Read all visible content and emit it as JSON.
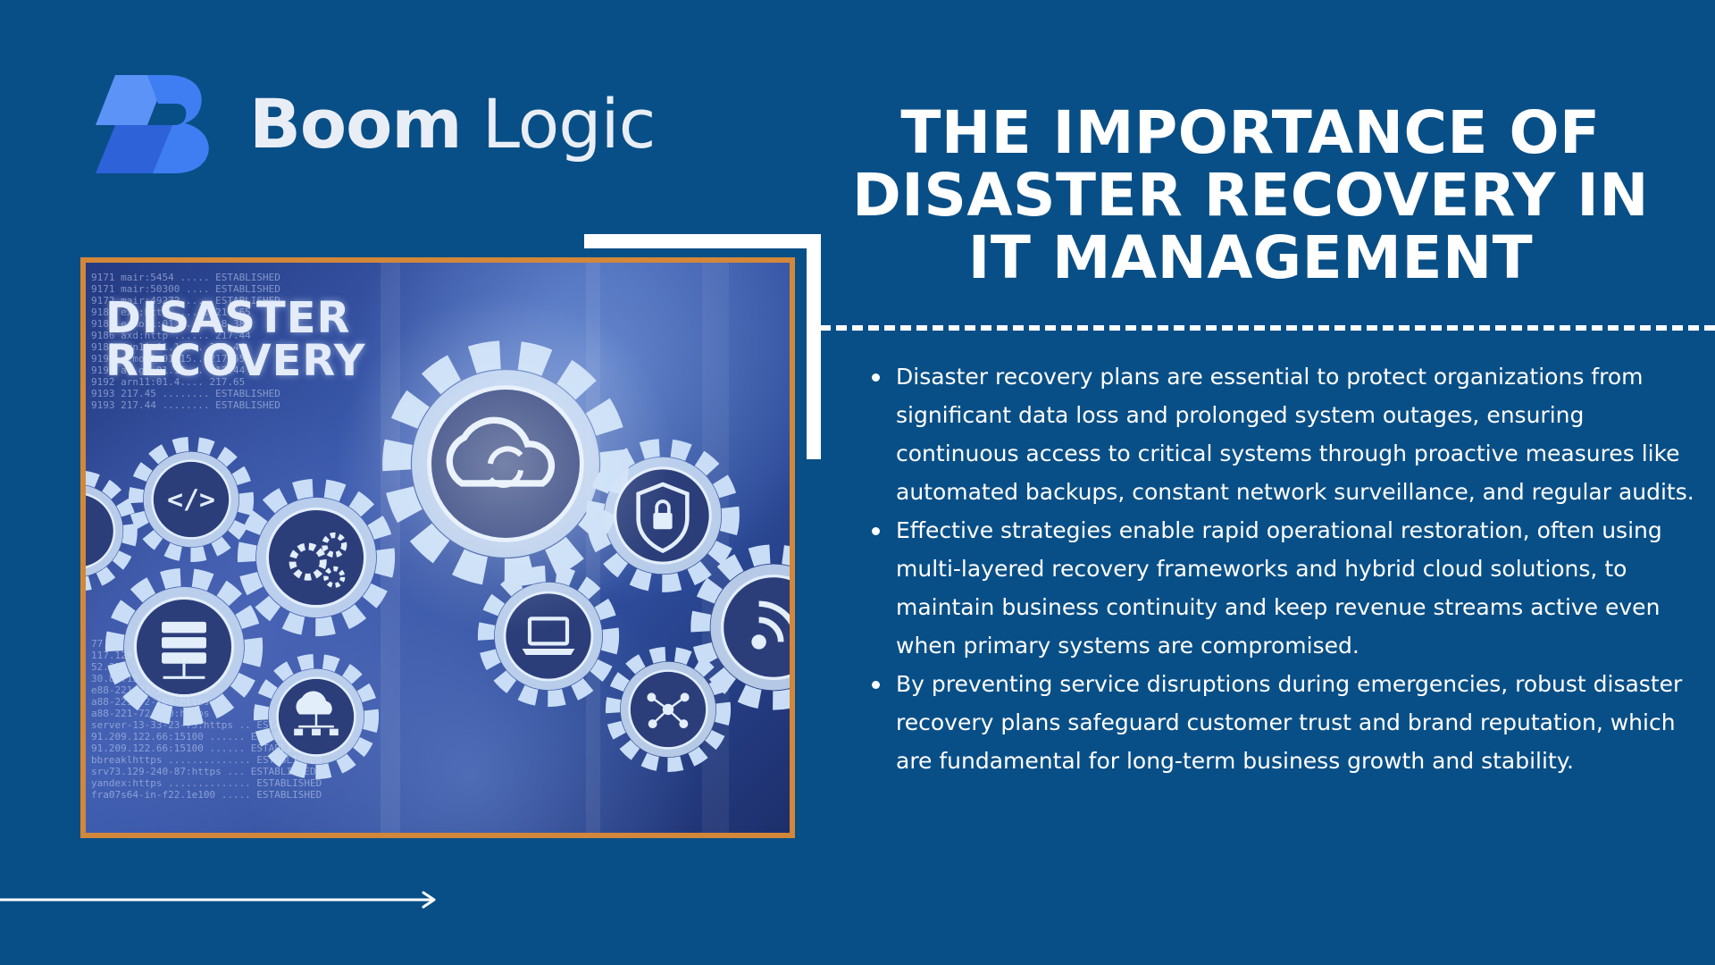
{
  "brand": {
    "name_strong": "Boom",
    "name_light": "Logic",
    "mark_color": "#3f7ef2",
    "mark_color_dark": "#2d62d8"
  },
  "title": "The Importance of Disaster Recovery in IT Management",
  "photo": {
    "headline_line1": "DISASTER",
    "headline_line2": "RECOVERY",
    "icons": [
      "cloud-sync-icon",
      "code-icon",
      "settings-gears-icon",
      "security-shield-lock-icon",
      "server-database-icon",
      "cloud-network-icon",
      "laptop-icon",
      "network-nodes-icon",
      "wifi-signal-icon"
    ],
    "frame_color": "#d2873a"
  },
  "bullets": [
    "Disaster recovery plans are essential to protect organizations from significant data loss and prolonged system outages, ensuring continuous access to critical systems through proactive measures like automated backups, constant network surveillance, and regular audits.",
    "Effective strategies enable rapid operational restoration, often using multi-layered recovery frameworks and hybrid cloud solutions, to maintain business continuity and keep revenue streams active even when primary systems are compromised.",
    "By preventing service disruptions during emergencies, robust disaster recovery plans safeguard customer trust and brand reputation, which are fundamental for long-term business growth and stability."
  ],
  "colors": {
    "background": "#094f87",
    "text": "#ffffff",
    "accent_frame": "#d2873a"
  }
}
